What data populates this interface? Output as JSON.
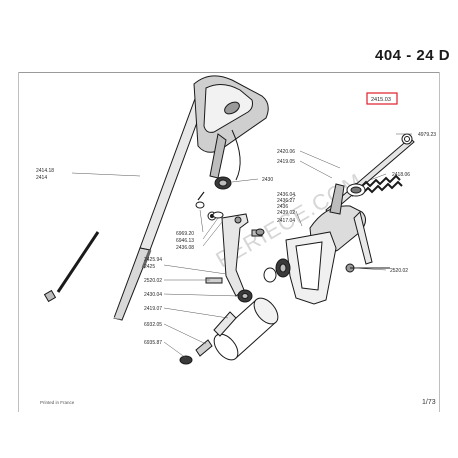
{
  "header": {
    "model": "404 - 24 D"
  },
  "part_refs": {
    "highlighted": "2415.03",
    "r4979_23": "4979.23",
    "r2420_06": "2420.06",
    "r2419_05": "2419.05",
    "r2418_06": "2418.06",
    "r2414_18": "2414.18",
    "r2414_star": "2414",
    "r2430": "2430",
    "r2436_04": "2436.04",
    "r2436_27": "2436.27",
    "r2436": "2436",
    "r2439_02": "2439.02",
    "r2417_04": "2417.04",
    "r6969_20": "6969.20",
    "r6946_13": "6946.13",
    "r2436_08": "2436.08",
    "r2425_94": "2425.94",
    "r2425": "2425",
    "r2520_02a": "2520.02",
    "r2520_02b": "2520.02",
    "r2430_04": "2430.04",
    "r2419_07": "2419.07",
    "r6932_05": "6932.05",
    "r6935_87": "6935.87"
  },
  "watermark": "PERIECE.COM",
  "footer": {
    "printed": "Printed in France",
    "page": "1/73"
  },
  "colors": {
    "highlight_box": "#e01e2a",
    "ink": "#1a1a1a",
    "watermark": "#d6d6d6"
  }
}
